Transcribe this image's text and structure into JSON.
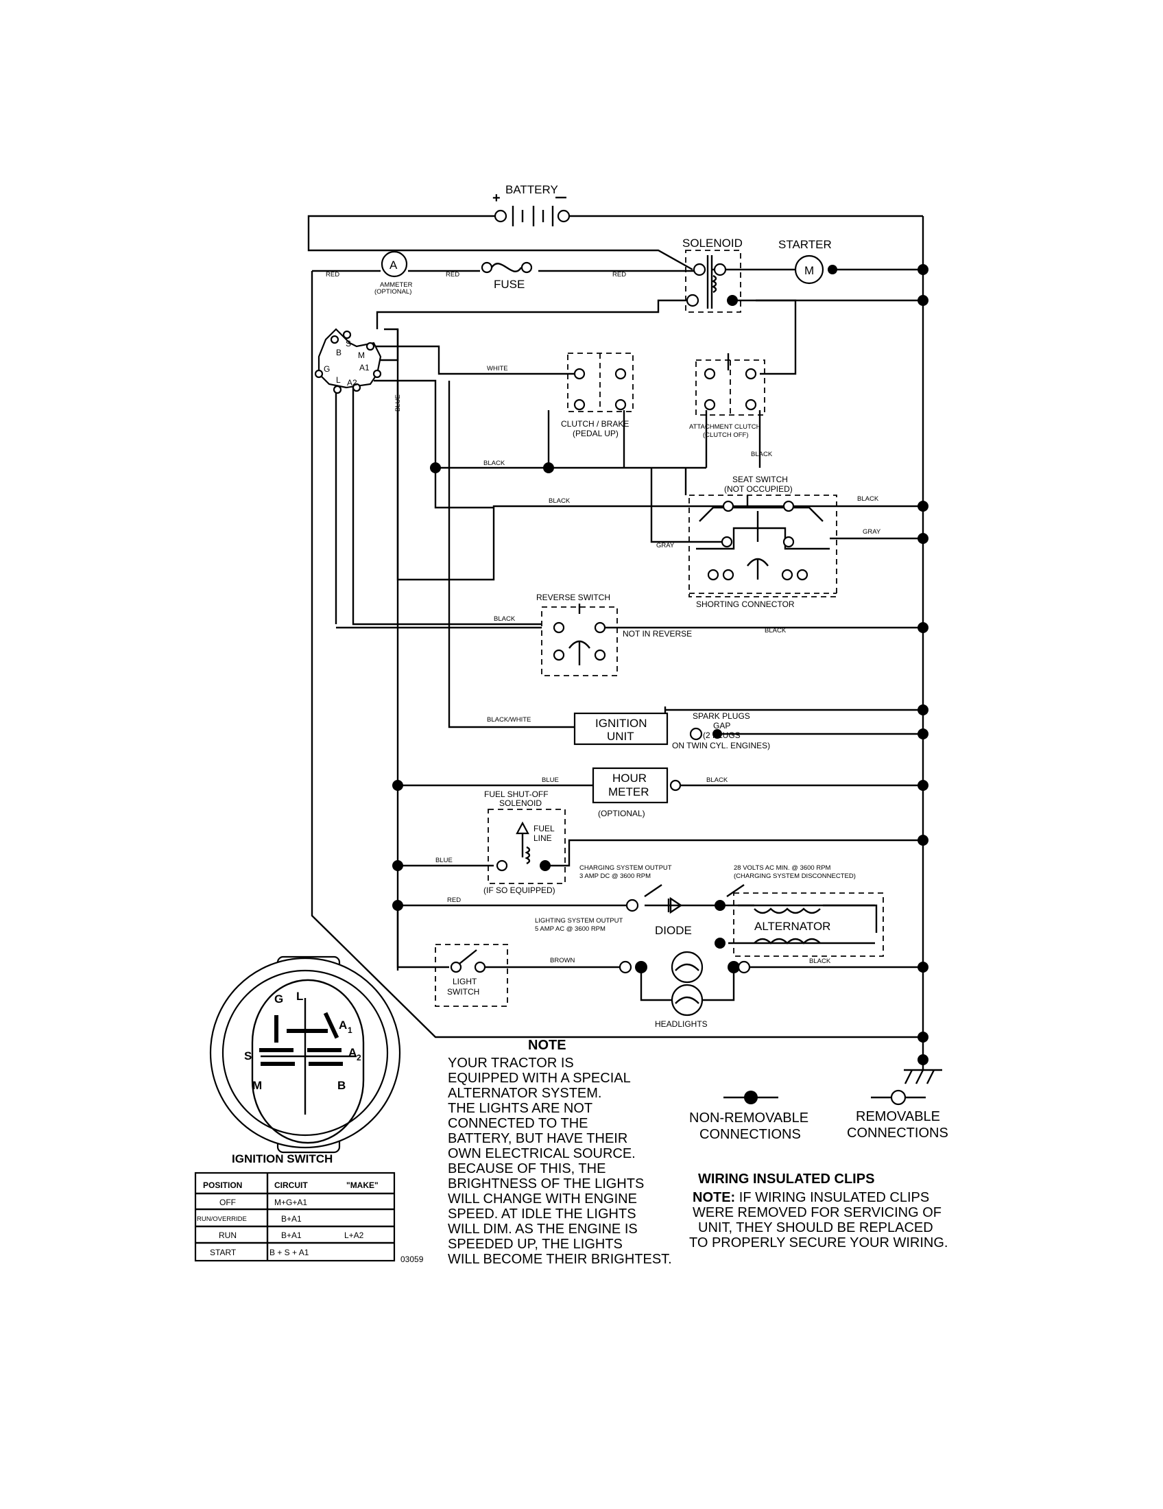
{
  "components": {
    "battery": "BATTERY",
    "solenoid": "SOLENOID",
    "starter": "STARTER",
    "starter_motor": "M",
    "ammeter_symbol": "A",
    "ammeter": "AMMETER",
    "ammeter_optional": "(OPTIONAL)",
    "fuse": "FUSE",
    "clutch_brake_1": "CLUTCH / BRAKE",
    "clutch_brake_2": "(PEDAL UP)",
    "attachment_clutch_1": "ATTACHMENT CLUTCH",
    "attachment_clutch_2": "(CLUTCH OFF)",
    "seat_switch_1": "SEAT SWITCH",
    "seat_switch_2": "(NOT OCCUPIED)",
    "shorting_connector": "SHORTING CONNECTOR",
    "reverse_switch": "REVERSE SWITCH",
    "not_in_reverse": "NOT IN REVERSE",
    "ignition_unit_1": "IGNITION",
    "ignition_unit_2": "UNIT",
    "spark_plugs_1": "SPARK PLUGS",
    "spark_plugs_2": "GAP",
    "spark_plugs_3": "(2 PLUGS",
    "spark_plugs_4": "ON TWIN CYL. ENGINES)",
    "hour_meter_1": "HOUR",
    "hour_meter_2": "METER",
    "hour_meter_optional": "(OPTIONAL)",
    "fuel_solenoid_1": "FUEL SHUT-OFF",
    "fuel_solenoid_2": "SOLENOID",
    "fuel_line_1": "FUEL",
    "fuel_line_2": "LINE",
    "if_so_equipped": "(IF SO EQUIPPED)",
    "charging_output_1": "CHARGING SYSTEM OUTPUT",
    "charging_output_2": "3 AMP DC @ 3600 RPM",
    "alt_voltage_1": "28 VOLTS AC MIN. @ 3600 RPM",
    "alt_voltage_2": "(CHARGING SYSTEM DISCONNECTED)",
    "lighting_output_1": "LIGHTING SYSTEM OUTPUT",
    "lighting_output_2": "5 AMP AC @ 3600 RPM",
    "diode": "DIODE",
    "alternator": "ALTERNATOR",
    "light_switch_1": "LIGHT",
    "light_switch_2": "SWITCH",
    "headlights": "HEADLIGHTS"
  },
  "terminals": {
    "b": "B",
    "s": "S",
    "m": "M",
    "g": "G",
    "a1": "A1",
    "l": "L",
    "a2": "A2"
  },
  "wires": {
    "red": "RED",
    "white": "WHITE",
    "blue": "BLUE",
    "black": "BLACK",
    "gray": "GRAY",
    "black_white": "BLACK/WHITE",
    "brown": "BROWN"
  },
  "note": {
    "title": "NOTE",
    "lines": [
      "YOUR TRACTOR IS",
      "EQUIPPED WITH A SPECIAL",
      "ALTERNATOR SYSTEM.",
      "THE LIGHTS ARE NOT",
      "CONNECTED TO THE",
      "BATTERY, BUT HAVE THEIR",
      "OWN ELECTRICAL SOURCE.",
      "BECAUSE OF THIS, THE",
      "BRIGHTNESS OF THE LIGHTS",
      "WILL CHANGE WITH ENGINE",
      "SPEED.  AT IDLE THE LIGHTS",
      "WILL DIM.  AS THE ENGINE IS",
      "SPEEDED UP, THE LIGHTS",
      "WILL BECOME THEIR BRIGHTEST."
    ]
  },
  "legend": {
    "non_removable_1": "NON-REMOVABLE",
    "non_removable_2": "CONNECTIONS",
    "removable_1": "REMOVABLE",
    "removable_2": "CONNECTIONS"
  },
  "clips": {
    "title": "WIRING INSULATED CLIPS",
    "note_label": "NOTE:",
    "line1": " IF WIRING INSULATED CLIPS",
    "line2": "WERE REMOVED FOR SERVICING OF",
    "line3": "UNIT, THEY SHOULD BE REPLACED",
    "line4": "TO PROPERLY SECURE YOUR WIRING."
  },
  "ignition_switch": {
    "title": "IGNITION SWITCH",
    "headers": [
      "POSITION",
      "CIRCUIT",
      "\"MAKE\""
    ],
    "rows": [
      [
        "OFF",
        "M+G+A1",
        ""
      ],
      [
        "RUN/OVERRIDE",
        "B+A1",
        ""
      ],
      [
        "RUN",
        "B+A1",
        "L+A2"
      ],
      [
        "START",
        "B + S + A1",
        ""
      ]
    ],
    "face_labels": {
      "g": "G",
      "l": "L",
      "a1": "A",
      "a1_sub": "1",
      "a2": "A",
      "a2_sub": "2",
      "s": "S",
      "m": "M",
      "b": "B"
    }
  },
  "part_number": "03059"
}
